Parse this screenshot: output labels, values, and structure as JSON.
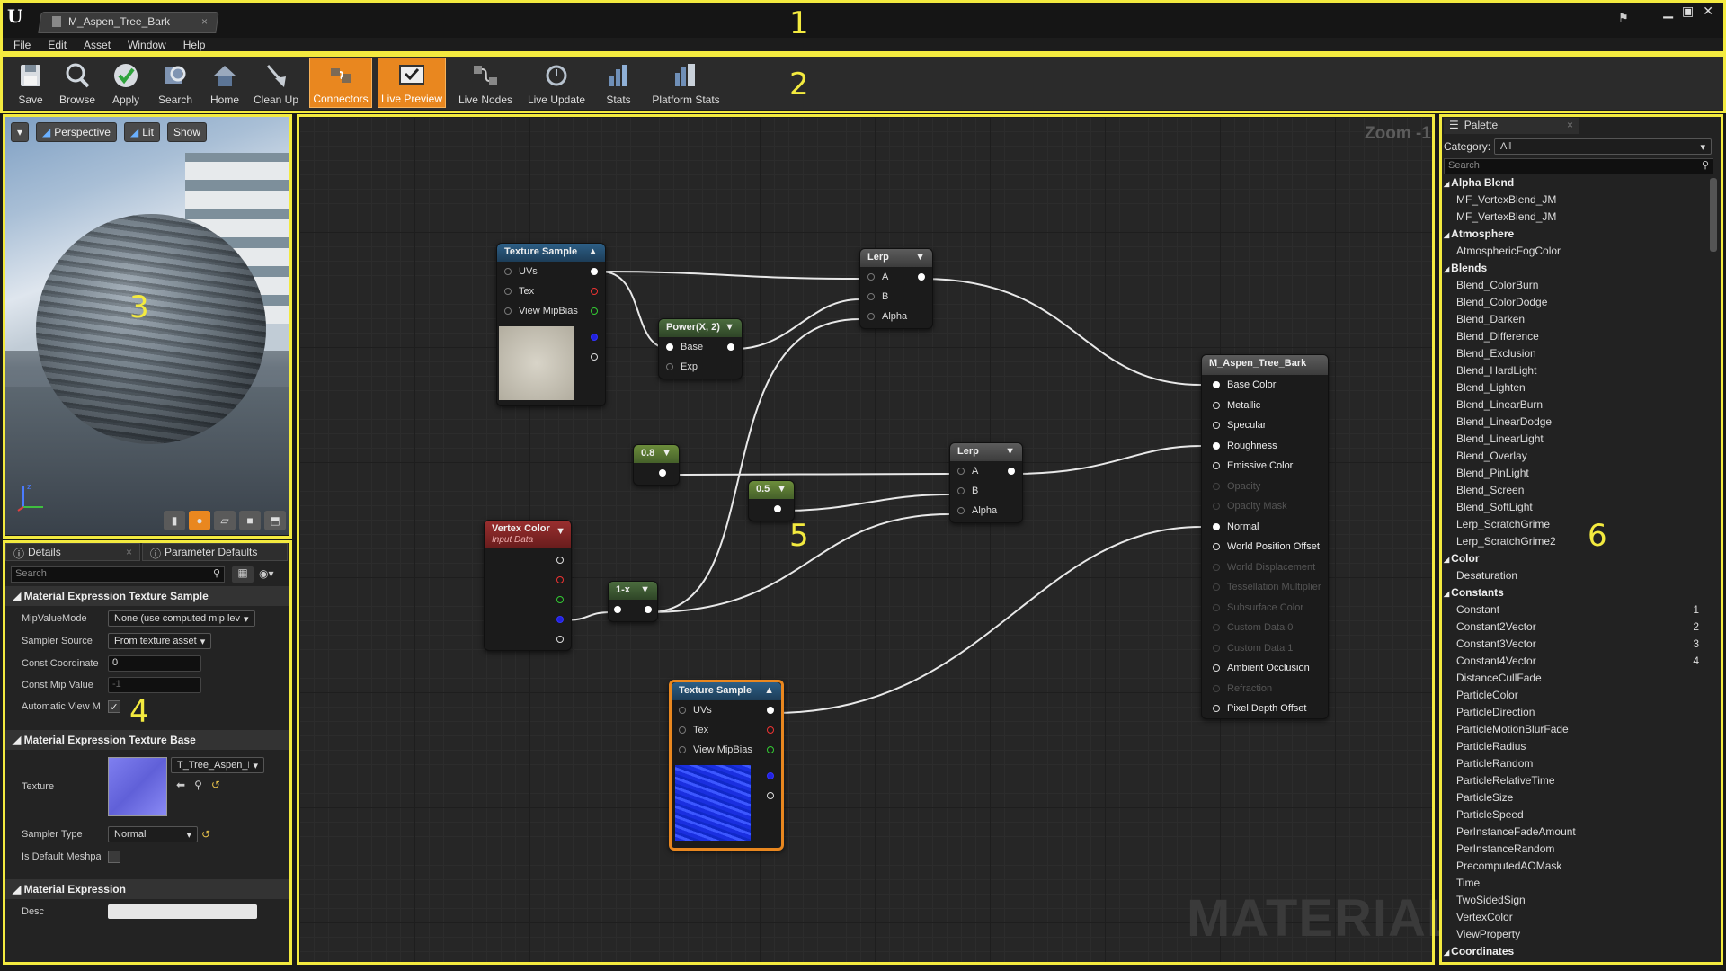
{
  "window": {
    "tab_title": "M_Aspen_Tree_Bark",
    "menu": [
      "File",
      "Edit",
      "Asset",
      "Window",
      "Help"
    ]
  },
  "toolbar": [
    {
      "label": "Save",
      "icon": "save-icon"
    },
    {
      "label": "Browse",
      "icon": "browse-icon"
    },
    {
      "label": "Apply",
      "icon": "apply-icon"
    },
    {
      "label": "Search",
      "icon": "search-icon"
    },
    {
      "label": "Home",
      "icon": "home-icon"
    },
    {
      "label": "Clean Up",
      "icon": "clean-up-icon"
    },
    {
      "label": "Connectors",
      "icon": "connectors-icon",
      "active": true
    },
    {
      "label": "Live Preview",
      "icon": "live-preview-icon",
      "active": true
    },
    {
      "label": "Live Nodes",
      "icon": "live-nodes-icon"
    },
    {
      "label": "Live Update",
      "icon": "live-update-icon"
    },
    {
      "label": "Stats",
      "icon": "stats-icon"
    },
    {
      "label": "Platform Stats",
      "icon": "platform-stats-icon"
    }
  ],
  "viewport": {
    "perspective": "Perspective",
    "lit": "Lit",
    "show": "Show"
  },
  "details": {
    "tab_details": "Details",
    "tab_params": "Parameter Defaults",
    "search_placeholder": "Search",
    "section1": "Material Expression Texture Sample",
    "mip_value_mode_label": "MipValueMode",
    "mip_value_mode": "None (use computed mip lev",
    "sampler_source_label": "Sampler Source",
    "sampler_source": "From texture asset",
    "const_coordinate_label": "Const Coordinate",
    "const_coordinate": "0",
    "const_mip_label": "Const Mip Value",
    "const_mip": "-1",
    "auto_view_label": "Automatic View M",
    "section2": "Material Expression Texture Base",
    "texture_label": "Texture",
    "texture_value": "T_Tree_Aspen_Bar",
    "sampler_type_label": "Sampler Type",
    "sampler_type": "Normal",
    "is_default_label": "Is Default Meshpa",
    "section3": "Material Expression",
    "desc_label": "Desc"
  },
  "graph": {
    "zoom": "Zoom -1",
    "watermark": "MATERIAL",
    "tex1_title": "Texture Sample",
    "tex2_title": "Texture Sample",
    "pin_uvs": "UVs",
    "pin_tex": "Tex",
    "pin_mip": "View MipBias",
    "power_title": "Power(X, 2)",
    "pin_base": "Base",
    "pin_exp": "Exp",
    "lerp1_title": "Lerp",
    "lerp2_title": "Lerp",
    "pin_a": "A",
    "pin_b": "B",
    "pin_alpha": "Alpha",
    "const1": "0.8",
    "const2": "0.5",
    "oneminus": "1-x",
    "vertex_title": "Vertex Color",
    "vertex_sub": "Input Data",
    "result_title": "M_Aspen_Tree_Bark",
    "result_pins": [
      {
        "label": "Base Color",
        "on": true
      },
      {
        "label": "Metallic",
        "on": false
      },
      {
        "label": "Specular",
        "on": false
      },
      {
        "label": "Roughness",
        "on": true
      },
      {
        "label": "Emissive Color",
        "on": false
      },
      {
        "label": "Opacity",
        "dim": true
      },
      {
        "label": "Opacity Mask",
        "dim": true
      },
      {
        "label": "Normal",
        "on": true
      },
      {
        "label": "World Position Offset",
        "on": false
      },
      {
        "label": "World Displacement",
        "dim": true
      },
      {
        "label": "Tessellation Multiplier",
        "dim": true
      },
      {
        "label": "Subsurface Color",
        "dim": true
      },
      {
        "label": "Custom Data 0",
        "dim": true
      },
      {
        "label": "Custom Data 1",
        "dim": true
      },
      {
        "label": "Ambient Occlusion",
        "on": false
      },
      {
        "label": "Refraction",
        "dim": true
      },
      {
        "label": "Pixel Depth Offset",
        "on": false
      }
    ]
  },
  "palette": {
    "tab": "Palette",
    "category_label": "Category:",
    "category_value": "All",
    "search_placeholder": "Search",
    "items": [
      {
        "t": "Alpha Blend",
        "cat": true
      },
      {
        "t": "MF_VertexBlend_JM"
      },
      {
        "t": "MF_VertexBlend_JM"
      },
      {
        "t": "Atmosphere",
        "cat": true
      },
      {
        "t": "AtmosphericFogColor"
      },
      {
        "t": "Blends",
        "cat": true
      },
      {
        "t": "Blend_ColorBurn"
      },
      {
        "t": "Blend_ColorDodge"
      },
      {
        "t": "Blend_Darken"
      },
      {
        "t": "Blend_Difference"
      },
      {
        "t": "Blend_Exclusion"
      },
      {
        "t": "Blend_HardLight"
      },
      {
        "t": "Blend_Lighten"
      },
      {
        "t": "Blend_LinearBurn"
      },
      {
        "t": "Blend_LinearDodge"
      },
      {
        "t": "Blend_LinearLight"
      },
      {
        "t": "Blend_Overlay"
      },
      {
        "t": "Blend_PinLight"
      },
      {
        "t": "Blend_Screen"
      },
      {
        "t": "Blend_SoftLight"
      },
      {
        "t": "Lerp_ScratchGrime"
      },
      {
        "t": "Lerp_ScratchGrime2"
      },
      {
        "t": "Color",
        "cat": true
      },
      {
        "t": "Desaturation"
      },
      {
        "t": "Constants",
        "cat": true
      },
      {
        "t": "Constant",
        "key": "1"
      },
      {
        "t": "Constant2Vector",
        "key": "2"
      },
      {
        "t": "Constant3Vector",
        "key": "3"
      },
      {
        "t": "Constant4Vector",
        "key": "4"
      },
      {
        "t": "DistanceCullFade"
      },
      {
        "t": "ParticleColor"
      },
      {
        "t": "ParticleDirection"
      },
      {
        "t": "ParticleMotionBlurFade"
      },
      {
        "t": "ParticleRadius"
      },
      {
        "t": "ParticleRandom"
      },
      {
        "t": "ParticleRelativeTime"
      },
      {
        "t": "ParticleSize"
      },
      {
        "t": "ParticleSpeed"
      },
      {
        "t": "PerInstanceFadeAmount"
      },
      {
        "t": "PerInstanceRandom"
      },
      {
        "t": "PrecomputedAOMask"
      },
      {
        "t": "Time"
      },
      {
        "t": "TwoSidedSign"
      },
      {
        "t": "VertexColor"
      },
      {
        "t": "ViewProperty"
      },
      {
        "t": "Coordinates",
        "cat": true
      }
    ]
  },
  "annotations": [
    "1",
    "2",
    "3",
    "4",
    "5",
    "6"
  ]
}
